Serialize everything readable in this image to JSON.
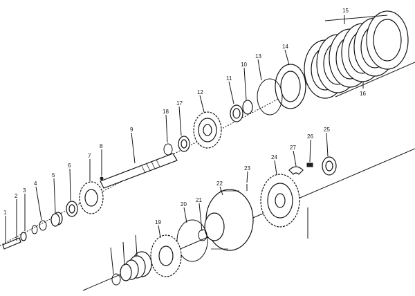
{
  "callouts": [
    "15",
    "14",
    "16",
    "13",
    "10",
    "11",
    "12",
    "17",
    "18",
    "9",
    "8",
    "7",
    "6",
    "5",
    "4",
    "3",
    "2",
    "1",
    "27",
    "26",
    "25",
    "24",
    "23",
    "22",
    "21",
    "20",
    "19"
  ],
  "colors": {
    "ink": "#111111",
    "paper": "#ffffff"
  }
}
